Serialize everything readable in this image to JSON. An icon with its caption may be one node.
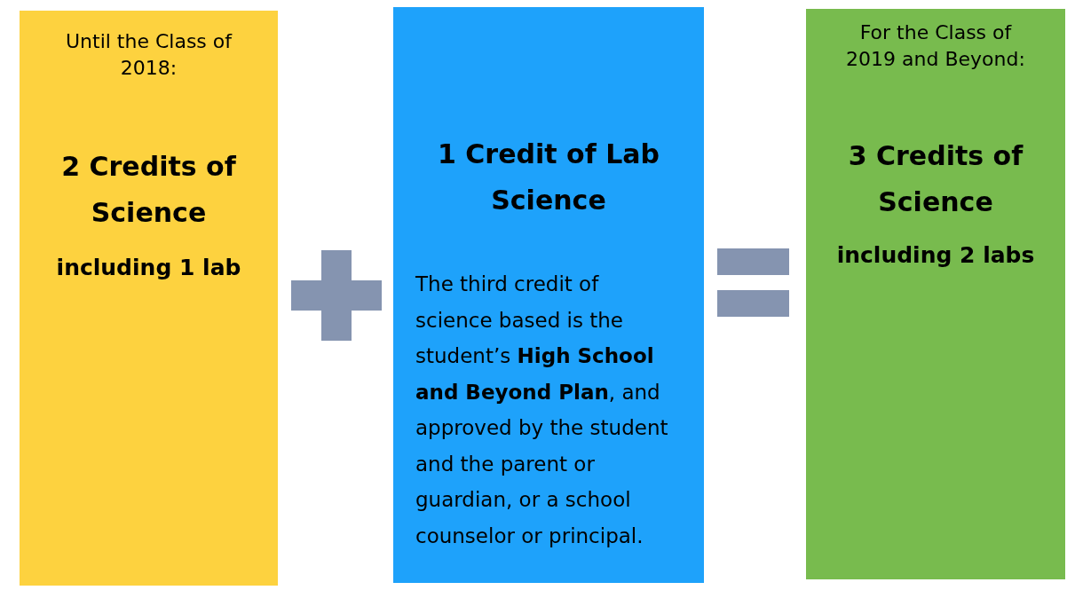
{
  "diagram": {
    "nodes": [
      {
        "text": [
          "Until the Class of 2018:",
          "2 Credits of Science",
          "including 1 lab"
        ]
      },
      {
        "text": [
          "1 Credit of Lab Science",
          "The third credit of science based is the student’s **High School and Beyond Plan**, and approved by the student and the parent or guardian, or a school counselor or principal."
        ]
      },
      {
        "text": [
          "For the Class of 2019 and Beyond:",
          "3 Credits of Science",
          "including 2 labs"
        ]
      }
    ]
  }
}
